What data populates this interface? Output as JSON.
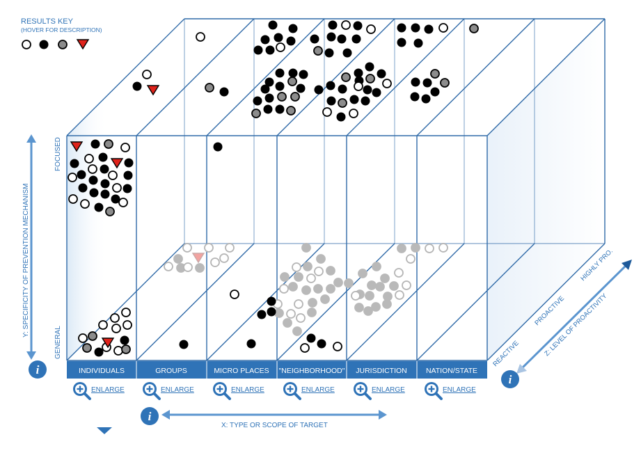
{
  "key": {
    "title": "RESULTS KEY",
    "subtitle": "(HOVER FOR DESCRIPTION)",
    "symbols": [
      "white-circle",
      "black-circle",
      "gray-circle",
      "red-triangle"
    ]
  },
  "columns": [
    {
      "label": "INDIVIDUALS",
      "enlarge": "ENLARGE"
    },
    {
      "label": "GROUPS",
      "enlarge": "ENLARGE"
    },
    {
      "label": "MICRO PLACES",
      "enlarge": "ENLARGE"
    },
    {
      "label": "\"NEIGHBORHOOD\"",
      "enlarge": "ENLARGE"
    },
    {
      "label": "JURISDICTION",
      "enlarge": "ENLARGE"
    },
    {
      "label": "NATION/STATE",
      "enlarge": "ENLARGE"
    }
  ],
  "y_axis": {
    "label": "Y: SPECIFICITY OF PREVENTION MECHANISM",
    "top": "FOCUSED",
    "bottom": "GENERAL"
  },
  "x_axis": {
    "label": "X: TYPE OR SCOPE OF TARGET"
  },
  "z_axis": {
    "label": "Z: LEVEL OF PROACTIVITY",
    "levels": [
      "REACTIVE",
      "PROACTIVE",
      "HIGHLY PRO."
    ]
  },
  "colors": {
    "frame": "#2f6aa8",
    "header_bar": "#2f73b7",
    "accent": "#2f73b7",
    "black": "#000000",
    "gray": "#8c8c8c",
    "red": "#e0231b"
  },
  "icons": {
    "info": "info-icon",
    "enlarge": "magnifier-plus-icon",
    "more": "triangle-down-icon"
  }
}
